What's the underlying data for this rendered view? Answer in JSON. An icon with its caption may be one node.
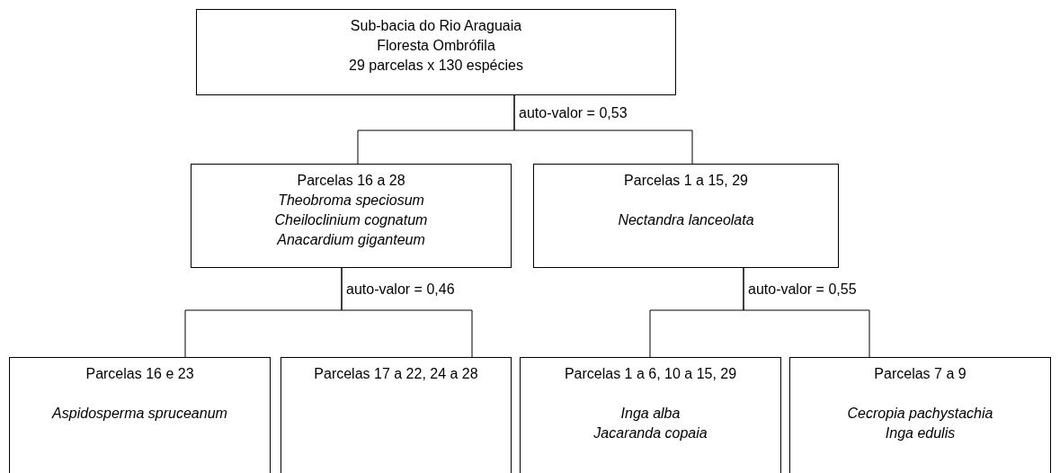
{
  "diagram": {
    "nodes": [
      {
        "text": [
          "Sub-bacia do Rio Araguaia",
          "Floresta Ombrófila",
          "29 parcelas x 130 espécies"
        ]
      },
      {
        "text": [
          "Parcelas 16 a 28",
          "Theobroma speciosum",
          "Cheiloclinium cognatum",
          "Anacardium giganteum"
        ]
      },
      {
        "text": [
          "Parcelas 1 a 15, 29",
          "Nectandra lanceolata"
        ]
      },
      {
        "text": [
          "Parcelas 16 e 23",
          "Aspidosperma spruceanum"
        ]
      },
      {
        "text": [
          "Parcelas 17 a 22, 24 a 28"
        ]
      },
      {
        "text": [
          "Parcelas 1 a 6, 10 a 15, 29",
          "Inga alba",
          "Jacaranda copaia"
        ]
      },
      {
        "text": [
          "Parcelas 7 a 9",
          "Cecropia pachystachia",
          "Inga edulis"
        ]
      }
    ],
    "edges": [
      {
        "from": 0,
        "to": 1,
        "arrow": "none",
        "label": "auto-valor = 0,53"
      },
      {
        "from": 0,
        "to": 2,
        "arrow": "none"
      },
      {
        "from": 1,
        "to": 3,
        "arrow": "none",
        "label": "auto-valor = 0,46"
      },
      {
        "from": 1,
        "to": 4,
        "arrow": "none"
      },
      {
        "from": 2,
        "to": 5,
        "arrow": "none",
        "label": "auto-valor = 0,55"
      },
      {
        "from": 2,
        "to": 6,
        "arrow": "none"
      }
    ]
  }
}
